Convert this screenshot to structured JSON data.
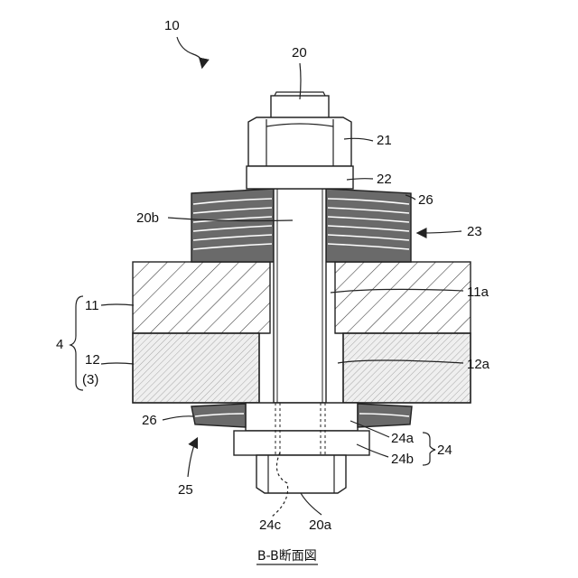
{
  "figure": {
    "caption": "B-B断面図",
    "labels": {
      "l10": "10",
      "l20": "20",
      "l21": "21",
      "l22": "22",
      "l26_top": "26",
      "l20b": "20b",
      "l23": "23",
      "l11": "11",
      "l11a": "11a",
      "l4": "4",
      "l12": "12",
      "l3": "(3)",
      "l12a": "12a",
      "l26_bottom": "26",
      "l24a": "24a",
      "l24": "24",
      "l24b": "24b",
      "l25": "25",
      "l24c": "24c",
      "l20a": "20a"
    }
  },
  "colors": {
    "line": "#222222",
    "background": "#ffffff",
    "hatch_dark": "#333333",
    "hatch_light": "#777777",
    "upper_plate_fill": "#ffffff",
    "lower_plate_fill": "#ececec",
    "washer_fill": "#6e6e6e"
  }
}
